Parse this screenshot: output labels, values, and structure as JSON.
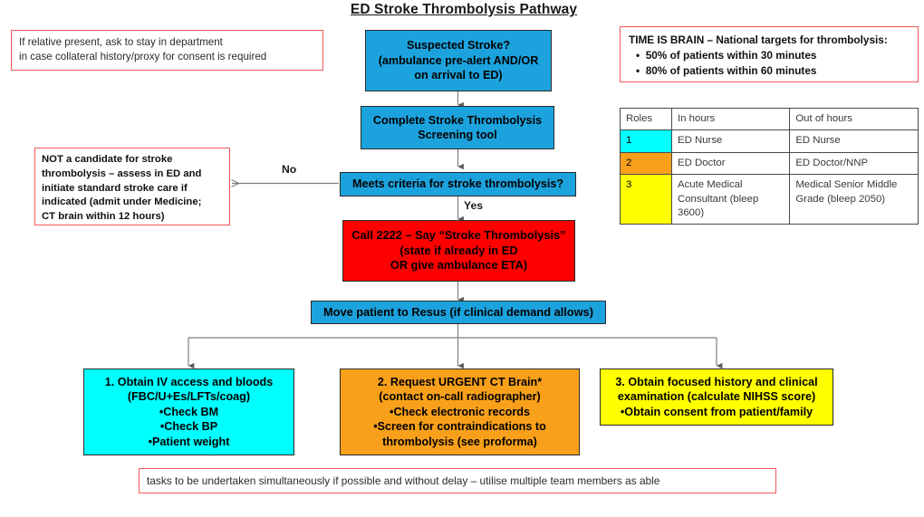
{
  "title": "ED Stroke Thrombolysis Pathway",
  "notes": {
    "relative": {
      "lines": [
        "If relative present, ask to stay in department",
        "in case collateral history/proxy for consent is required"
      ]
    },
    "time_is_brain": {
      "heading": "TIME IS BRAIN – National targets for thrombolysis:",
      "bullets": [
        "50% of patients within 30 minutes",
        "80% of patients within 60 minutes"
      ]
    },
    "not_candidate": {
      "lines": [
        "NOT a candidate for stroke",
        "thrombolysis – assess in ED  and",
        "initiate standard stroke care if",
        "indicated (admit under Medicine;",
        "CT brain within 12 hours)"
      ]
    },
    "footer": "tasks to be undertaken simultaneously if possible and without delay – utilise multiple team members as able"
  },
  "flow": {
    "suspected_stroke": {
      "lines": [
        "Suspected Stroke?",
        "(ambulance pre-alert AND/OR",
        "on arrival to ED)"
      ],
      "color": "#1CA3DE"
    },
    "screening_tool": {
      "lines": [
        "Complete Stroke Thrombolysis",
        "Screening tool"
      ],
      "color": "#1CA3DE"
    },
    "meets_criteria": {
      "lines": [
        "Meets criteria for stroke thrombolysis?"
      ],
      "color": "#1CA3DE"
    },
    "call_2222": {
      "lines": [
        "Call 2222 – Say “Stroke Thrombolysis”",
        "(state if already in ED",
        "OR give ambulance ETA)"
      ],
      "color": "#FF0000"
    },
    "move_resus": {
      "lines": [
        "Move patient to Resus (if clinical demand allows)"
      ],
      "color": "#1CA3DE"
    },
    "task1": {
      "lines": [
        "1. Obtain IV access and bloods",
        "(FBC/U+Es/LFTs/coag)",
        "•Check BM",
        "•Check BP",
        "•Patient weight"
      ],
      "color": "#00FFFF"
    },
    "task2": {
      "lines": [
        "2. Request URGENT CT Brain*",
        "(contact on-call radiographer)",
        "•Check electronic records",
        "•Screen for contraindications to",
        "thrombolysis (see proforma)"
      ],
      "color": "#F9A01B"
    },
    "task3": {
      "lines": [
        "3. Obtain focused history and clinical",
        "examination (calculate NIHSS score)",
        "•Obtain consent from patient/family"
      ],
      "color": "#FFFF00"
    },
    "edge_labels": {
      "no": "No",
      "yes": "Yes"
    }
  },
  "roles": {
    "headers": [
      "Roles",
      "In hours",
      "Out of hours"
    ],
    "rows": [
      {
        "num": "1",
        "num_color": "#00FFFF",
        "in_hours": "ED Nurse",
        "out_of_hours": "ED Nurse"
      },
      {
        "num": "2",
        "num_color": "#F9A01B",
        "in_hours": "ED Doctor",
        "out_of_hours": "ED Doctor/NNP"
      },
      {
        "num": "3",
        "num_color": "#FFFF00",
        "in_hours": "Acute Medical Consultant (bleep 3600)",
        "out_of_hours": "Medical Senior Middle Grade (bleep 2050)"
      }
    ]
  },
  "palette": {
    "blue": "#1CA3DE",
    "red": "#FF0000",
    "cyan": "#00FFFF",
    "orange": "#F9A01B",
    "yellow": "#FFFF00",
    "note_border": "#F4595B",
    "connector": "#7F7F7F"
  }
}
